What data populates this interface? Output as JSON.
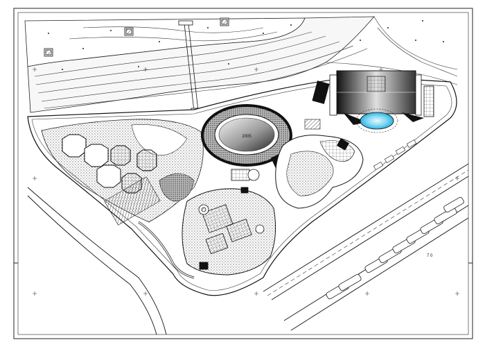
{
  "drawing": {
    "stadium_label": "2005",
    "note_right": "7 0"
  },
  "colors": {
    "ink": "#1a1a1a",
    "water": "#56c8ea",
    "water_light": "#b9ecfa"
  },
  "icons": [
    "crosshair-mark",
    "tree-symbol",
    "hatch-pattern",
    "contour-line"
  ]
}
